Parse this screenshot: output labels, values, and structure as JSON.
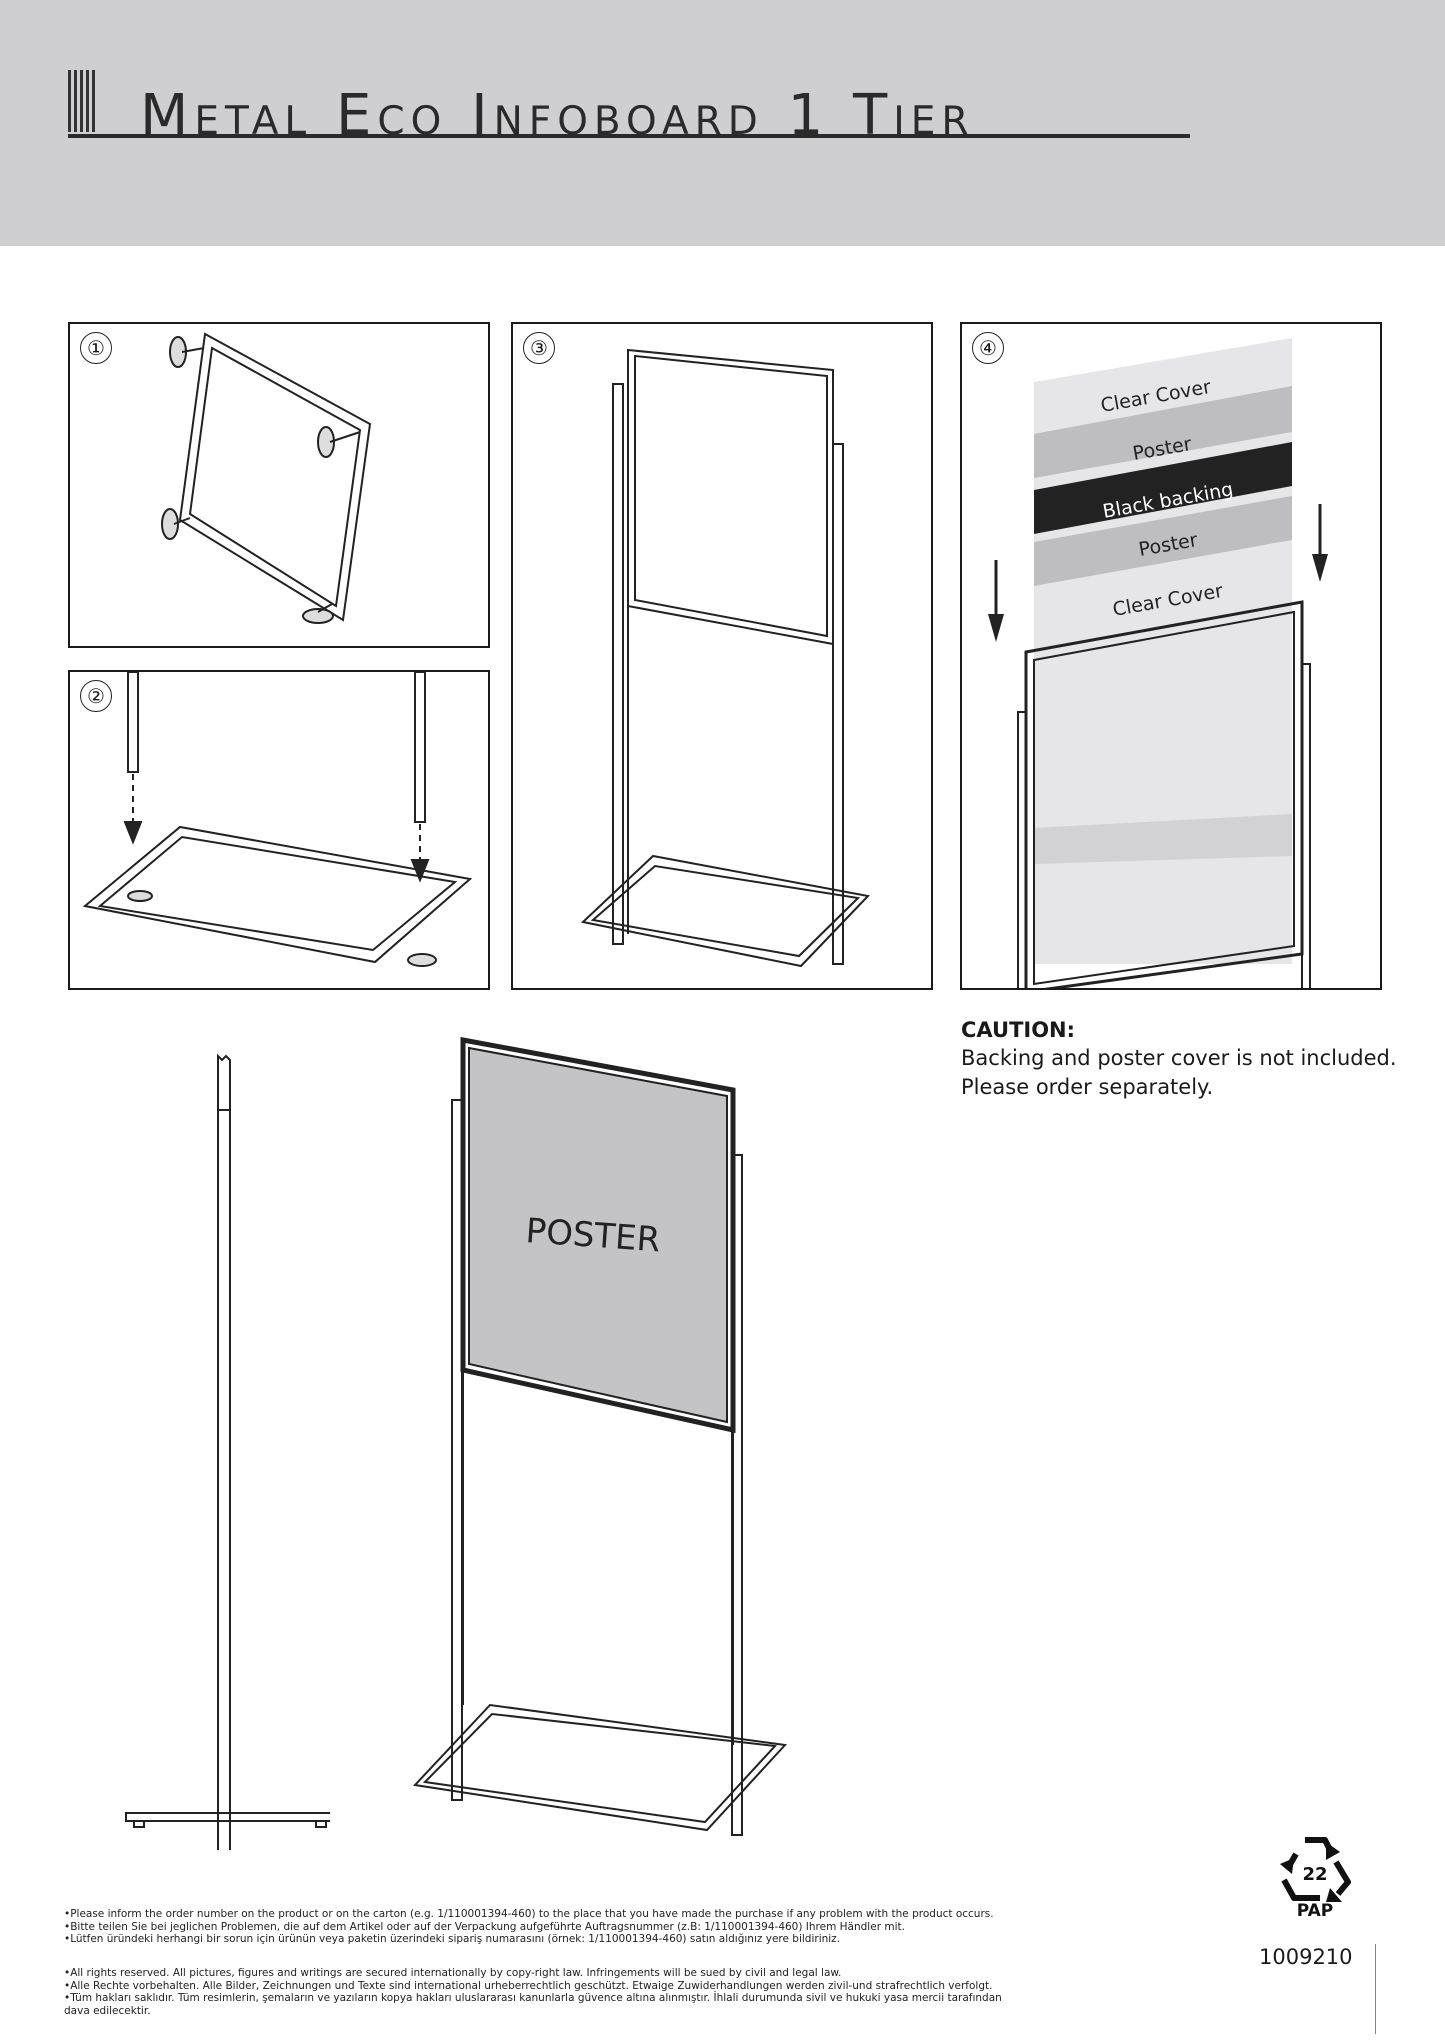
{
  "header": {
    "title": "Metal Eco Infoboard 1 Tier"
  },
  "steps": [
    {
      "number": "①"
    },
    {
      "number": "②"
    },
    {
      "number": "③"
    },
    {
      "number": "④"
    }
  ],
  "layers": [
    "Clear Cover",
    "Poster",
    "Black backing",
    "Poster",
    "Clear Cover"
  ],
  "poster_label": "POSTER",
  "caution": {
    "title": "CAUTION:",
    "line1": "Backing and poster cover is not included.",
    "line2": "Please order separately."
  },
  "recycle": {
    "code": "22",
    "label": "PAP"
  },
  "article_number": "1009210",
  "footer": {
    "group1": [
      "•Please inform the order number on the product or on the carton (e.g. 1/110001394-460) to the place that you have made the purchase if any problem with the product occurs.",
      "•Bitte teilen Sie bei jeglichen Problemen, die auf dem Artikel oder auf der Verpackung aufgeführte Auftragsnummer (z.B: 1/110001394-460) Ihrem Händler mit.",
      "•Lütfen üründeki herhangi bir sorun için ürünün veya paketin üzerindeki sipariş numarasını (örnek: 1/110001394-460) satın aldığınız yere bildiriniz."
    ],
    "group2": [
      "•All rights reserved. All pictures, figures and writings are secured internationally by copy-right law. Infringements will be sued by civil and legal law.",
      "•Alle Rechte vorbehalten. Alle Bilder, Zeichnungen und Texte sind international urheberrechtlich geschützt. Etwaige Zuwiderhandlungen werden zivil-und strafrechtlich verfolgt.",
      "•Tüm hakları saklıdır. Tüm resimlerin, şemaların ve yazıların kopya hakları uluslararası kanunlarla güvence altına alınmıştır. İhlali durumunda sivil ve hukuki yasa mercii tarafından",
      "  dava edilecektir."
    ]
  }
}
